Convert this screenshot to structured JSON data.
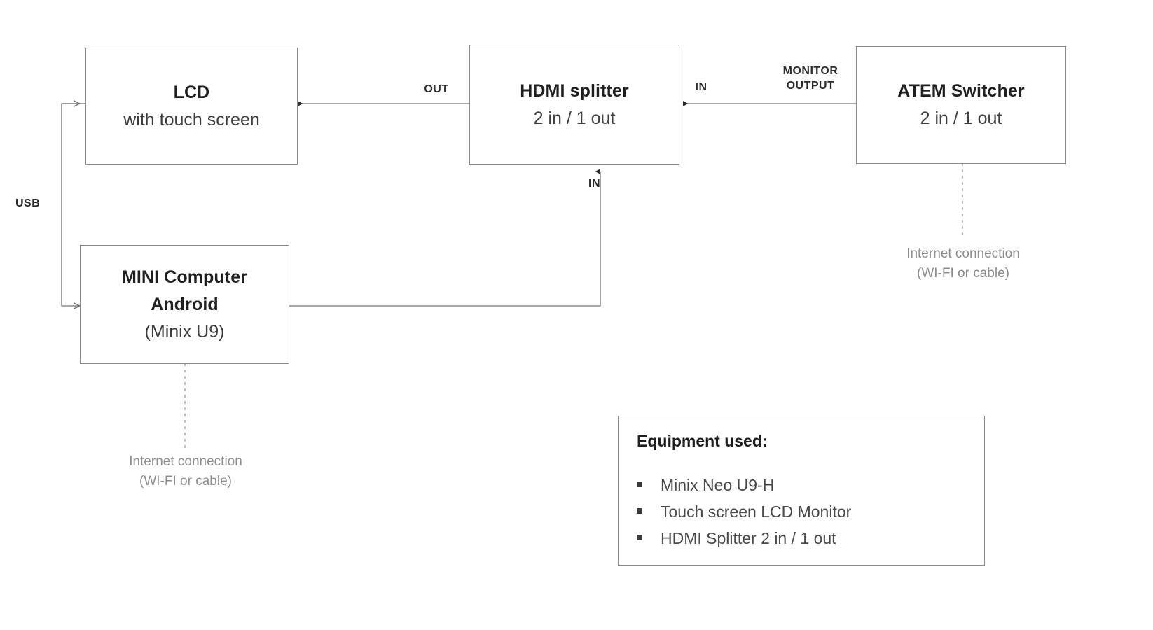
{
  "diagram": {
    "title": "AV setup block diagram",
    "stroke_color": "#888888",
    "wire_color": "#8c8c8c",
    "note_color": "#8d8d8d",
    "background": "#ffffff"
  },
  "nodes": {
    "lcd": {
      "title": "LCD",
      "sub": "with touch screen"
    },
    "hdmi_splitter": {
      "title": "HDMI splitter",
      "sub": "2 in / 1 out"
    },
    "atem": {
      "title": "ATEM Switcher",
      "sub": "2 in / 1 out"
    },
    "mini_computer": {
      "title_line1": "MINI Computer",
      "title_line2": "Android",
      "sub": "(Minix U9)"
    }
  },
  "edge_labels": {
    "usb": "USB",
    "out": "OUT",
    "in_splitter_from_atem": "IN",
    "monitor_output": "MONITOR\nOUTPUT",
    "in_splitter_from_mini": "IN"
  },
  "notes": {
    "mini_internet": "Internet connection\n(WI-FI or cable)",
    "atem_internet": "Internet connection\n(WI-FI or cable)"
  },
  "legend": {
    "title": "Equipment used:",
    "items": [
      "Minix Neo U9-H",
      "Touch screen LCD Monitor",
      "HDMI Splitter 2 in / 1 out"
    ]
  }
}
